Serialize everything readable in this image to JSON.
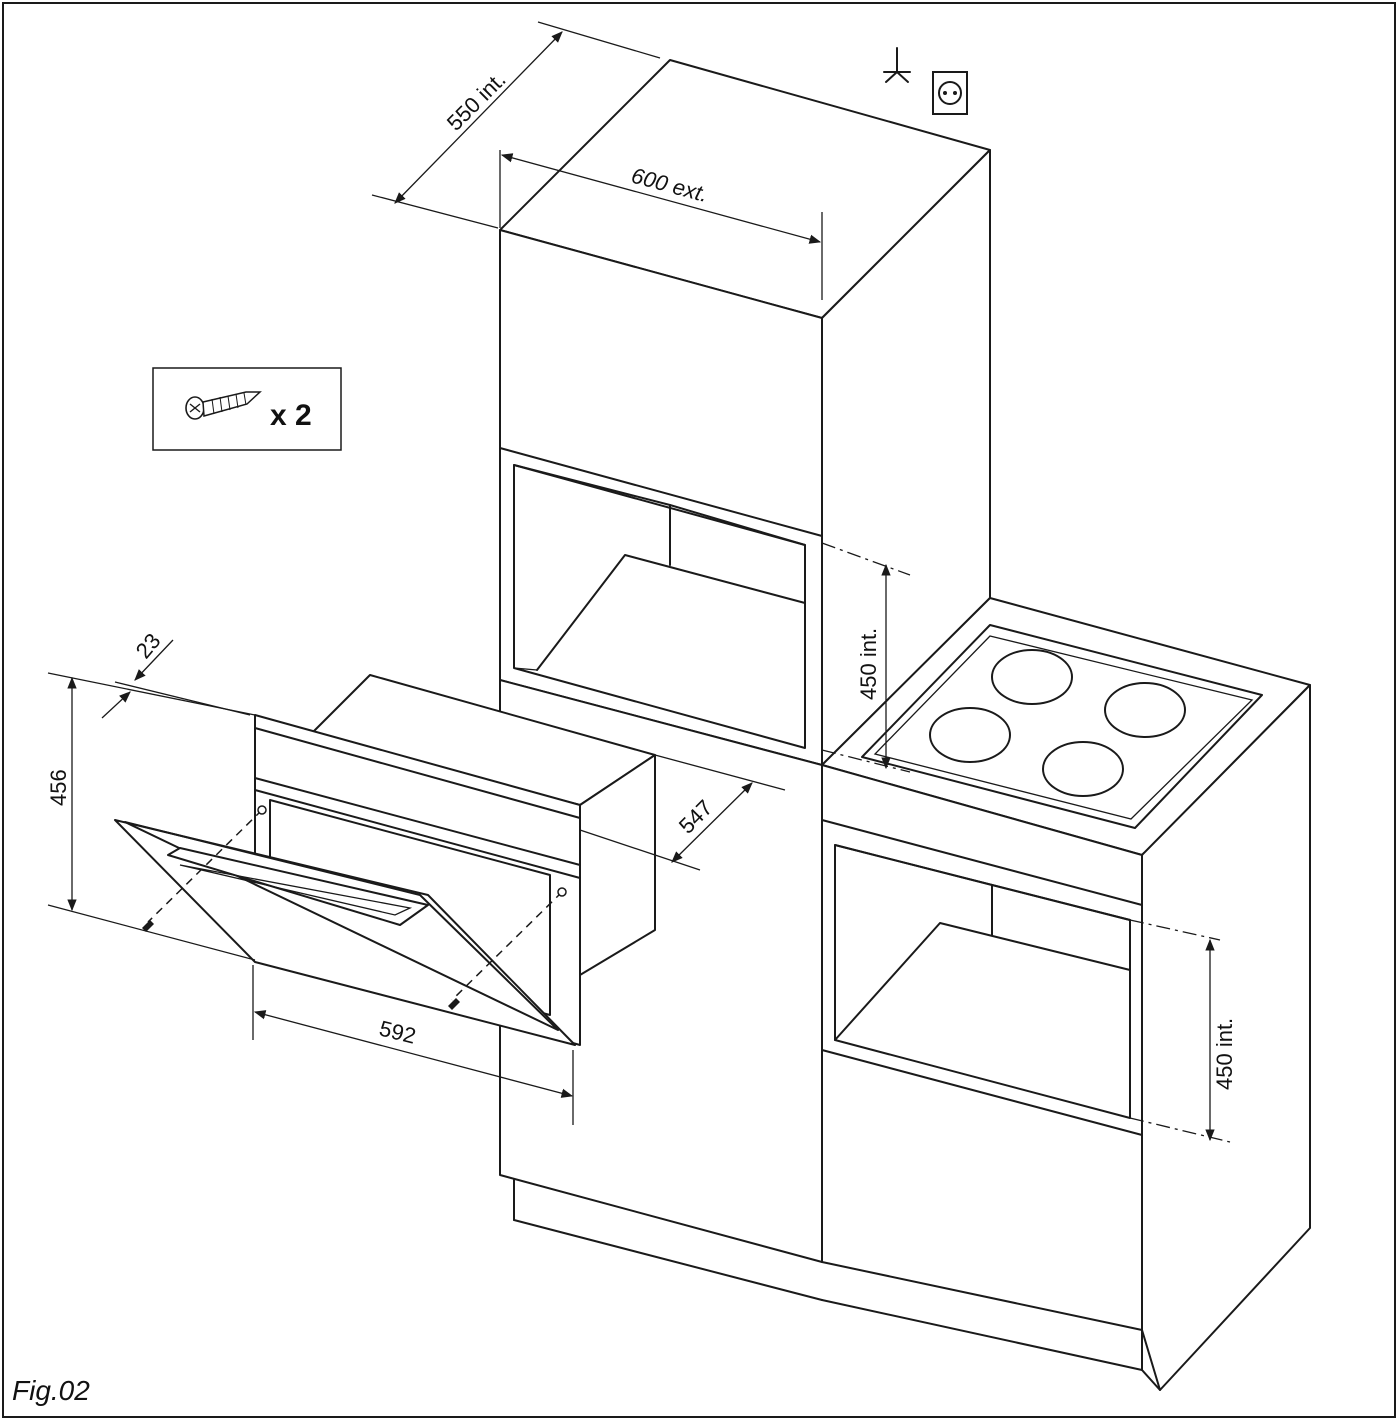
{
  "figure_label": "Fig.02",
  "accessory": {
    "quantity_label": "x 2",
    "icon": "screw-icon"
  },
  "symbols": [
    "ground-symbol-icon",
    "power-socket-icon"
  ],
  "dimensions": {
    "depth_int": "550 int.",
    "width_ext": "600 ext.",
    "column_niche_height": "450 int.",
    "base_niche_height": "450 int.",
    "oven_height": "456",
    "oven_trim_depth": "23",
    "oven_width": "592",
    "oven_depth": "547"
  }
}
